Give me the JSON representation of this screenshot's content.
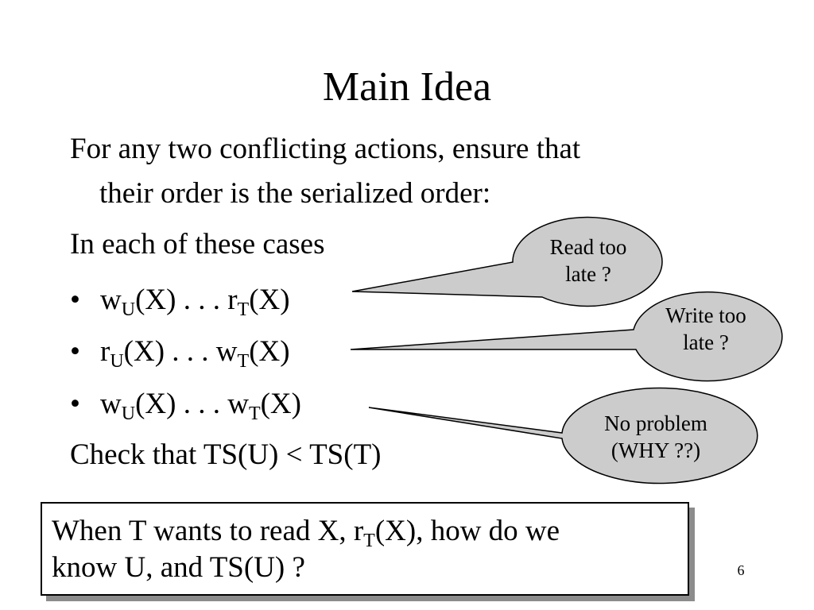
{
  "slide": {
    "title": "Main Idea",
    "intro_line1": "For any two conflicting actions, ensure that",
    "intro_line2": "their order is the serialized order:",
    "cases_heading": "In each of these cases",
    "bullet_symbol": "•",
    "cases": [
      {
        "op1": "w",
        "sub1": "U",
        "mid": "(X) . . . ",
        "op2": "r",
        "sub2": "T",
        "end": "(X)"
      },
      {
        "op1": "r",
        "sub1": "U",
        "mid": "(X) . . . ",
        "op2": "w",
        "sub2": "T",
        "end": "(X)"
      },
      {
        "op1": "w",
        "sub1": "U",
        "mid": "(X) . . . ",
        "op2": "w",
        "sub2": "T",
        "end": "(X)"
      }
    ],
    "check_line": "Check that TS(U) < TS(T)",
    "page_number": "6"
  },
  "callouts": [
    {
      "line1": "Read too",
      "line2": "late ?"
    },
    {
      "line1": "Write too",
      "line2": "late ?"
    },
    {
      "line1": "No problem",
      "line2": "(WHY ??)"
    }
  ],
  "question": {
    "part1": "When T wants to read X, r",
    "sub": "T",
    "part2": "(X), how do we",
    "line2": "know U, and TS(U) ?"
  },
  "colors": {
    "bubble_fill": "#cccccc",
    "shadow": "#8c8c8c"
  }
}
